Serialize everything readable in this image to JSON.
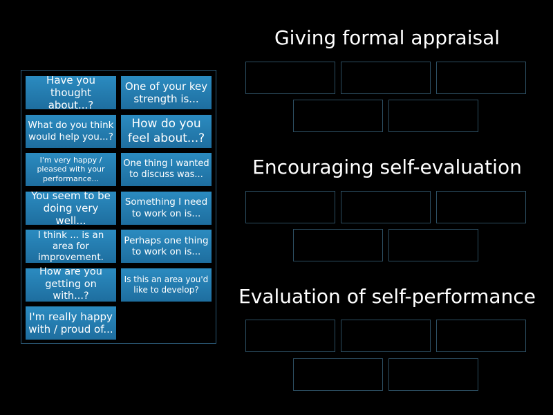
{
  "tiles": [
    {
      "text": "Have you thought about...?",
      "size": 15
    },
    {
      "text": "One of your key strength is...",
      "size": 15
    },
    {
      "text": "What do you think would help you...?",
      "size": 13.5
    },
    {
      "text": "How do you feel about...?",
      "size": 17
    },
    {
      "text": "I'm very happy / pleased with your performance...",
      "size": 11
    },
    {
      "text": "One thing I wanted to discuss was...",
      "size": 13
    },
    {
      "text": "You seem to be doing very well...",
      "size": 15
    },
    {
      "text": "Something I need to work on is...",
      "size": 13.5
    },
    {
      "text": "I think ... is an area for improvement.",
      "size": 13.5
    },
    {
      "text": "Perhaps one thing to work on is...",
      "size": 13.5
    },
    {
      "text": "How are you getting on with...?",
      "size": 14.5
    },
    {
      "text": "Is this an area you'd like to develop?",
      "size": 12
    },
    {
      "text": "I'm really happy with / proud of...",
      "size": 15
    }
  ],
  "groups": [
    {
      "title": "Giving formal appraisal"
    },
    {
      "title": "Encouraging self-evaluation"
    },
    {
      "title": "Evaluation of self-performance"
    }
  ]
}
